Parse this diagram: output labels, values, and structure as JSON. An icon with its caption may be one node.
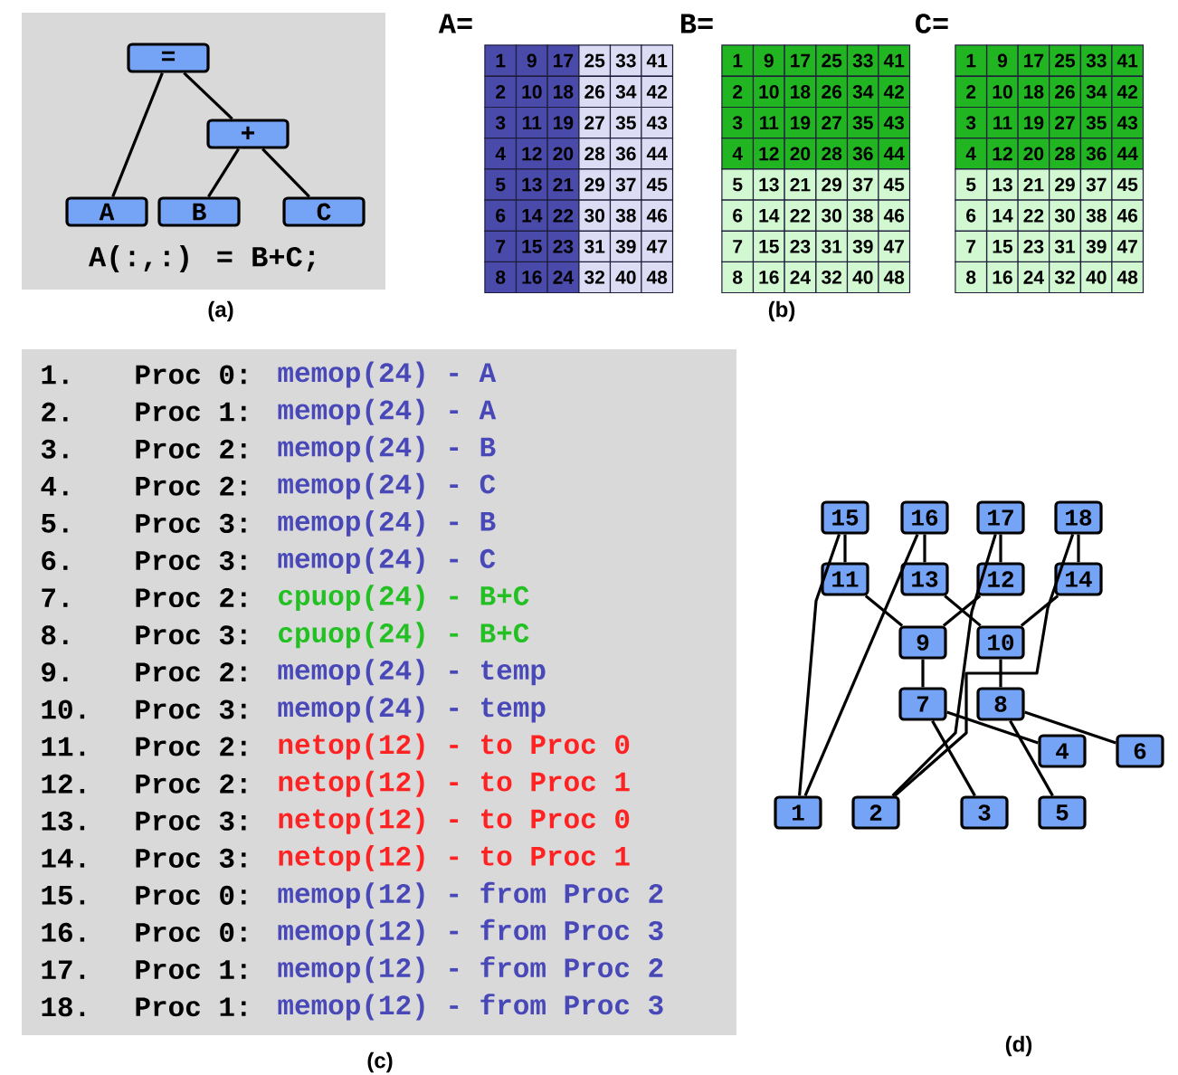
{
  "diagram": {
    "nodes": [
      {
        "text": [
          "="
        ]
      },
      {
        "text": [
          "+"
        ]
      },
      {
        "text": [
          "A"
        ]
      },
      {
        "text": [
          "B"
        ]
      },
      {
        "text": [
          "C"
        ]
      },
      {
        "text": [
          "15"
        ]
      },
      {
        "text": [
          "16"
        ]
      },
      {
        "text": [
          "17"
        ]
      },
      {
        "text": [
          "18"
        ]
      },
      {
        "text": [
          "11"
        ]
      },
      {
        "text": [
          "13"
        ]
      },
      {
        "text": [
          "12"
        ]
      },
      {
        "text": [
          "14"
        ]
      },
      {
        "text": [
          "9"
        ]
      },
      {
        "text": [
          "10"
        ]
      },
      {
        "text": [
          "7"
        ]
      },
      {
        "text": [
          "8"
        ]
      },
      {
        "text": [
          "4"
        ]
      },
      {
        "text": [
          "6"
        ]
      },
      {
        "text": [
          "1"
        ]
      },
      {
        "text": [
          "2"
        ]
      },
      {
        "text": [
          "3"
        ]
      },
      {
        "text": [
          "5"
        ]
      }
    ],
    "edges": [
      {
        "from": 0,
        "to": 2,
        "arrow": "none"
      },
      {
        "from": 0,
        "to": 1,
        "arrow": "none"
      },
      {
        "from": 1,
        "to": 3,
        "arrow": "none"
      },
      {
        "from": 1,
        "to": 4,
        "arrow": "none"
      },
      {
        "from": 5,
        "to": 9,
        "arrow": "none"
      },
      {
        "from": 5,
        "to": 19,
        "arrow": "none"
      },
      {
        "from": 6,
        "to": 10,
        "arrow": "none"
      },
      {
        "from": 6,
        "to": 19,
        "arrow": "none"
      },
      {
        "from": 7,
        "to": 11,
        "arrow": "none"
      },
      {
        "from": 7,
        "to": 20,
        "arrow": "none"
      },
      {
        "from": 8,
        "to": 12,
        "arrow": "none"
      },
      {
        "from": 8,
        "to": 20,
        "arrow": "none"
      },
      {
        "from": 9,
        "to": 13,
        "arrow": "none"
      },
      {
        "from": 11,
        "to": 13,
        "arrow": "none"
      },
      {
        "from": 10,
        "to": 14,
        "arrow": "none"
      },
      {
        "from": 12,
        "to": 14,
        "arrow": "none"
      },
      {
        "from": 13,
        "to": 15,
        "arrow": "none"
      },
      {
        "from": 14,
        "to": 16,
        "arrow": "none"
      },
      {
        "from": 15,
        "to": 21,
        "arrow": "none"
      },
      {
        "from": 15,
        "to": 17,
        "arrow": "none"
      },
      {
        "from": 16,
        "to": 22,
        "arrow": "none"
      },
      {
        "from": 16,
        "to": 18,
        "arrow": "none"
      }
    ],
    "labels": [
      "A(:,:) = B+C;",
      "(a)",
      "A=",
      "1",
      "9",
      "17",
      "25",
      "33",
      "41",
      "2",
      "10",
      "18",
      "26",
      "34",
      "42",
      "3",
      "11",
      "19",
      "27",
      "35",
      "43",
      "4",
      "12",
      "20",
      "28",
      "36",
      "44",
      "5",
      "13",
      "21",
      "29",
      "37",
      "45",
      "6",
      "14",
      "22",
      "30",
      "38",
      "46",
      "7",
      "15",
      "23",
      "31",
      "39",
      "47",
      "8",
      "16",
      "24",
      "32",
      "40",
      "48",
      "B=",
      "1",
      "9",
      "17",
      "25",
      "33",
      "41",
      "2",
      "10",
      "18",
      "26",
      "34",
      "42",
      "3",
      "11",
      "19",
      "27",
      "35",
      "43",
      "4",
      "12",
      "20",
      "28",
      "36",
      "44",
      "5",
      "13",
      "21",
      "29",
      "37",
      "45",
      "6",
      "14",
      "22",
      "30",
      "38",
      "46",
      "7",
      "15",
      "23",
      "31",
      "39",
      "47",
      "8",
      "16",
      "24",
      "32",
      "40",
      "48",
      "C=",
      "1",
      "9",
      "17",
      "25",
      "33",
      "41",
      "2",
      "10",
      "18",
      "26",
      "34",
      "42",
      "3",
      "11",
      "19",
      "27",
      "35",
      "43",
      "4",
      "12",
      "20",
      "28",
      "36",
      "44",
      "5",
      "13",
      "21",
      "29",
      "37",
      "45",
      "6",
      "14",
      "22",
      "30",
      "38",
      "46",
      "7",
      "15",
      "23",
      "31",
      "39",
      "47",
      "8",
      "16",
      "24",
      "32",
      "40",
      "48",
      "(b)",
      "1.",
      "Proc 0:",
      "memop(24) - A",
      "2.",
      "Proc 1:",
      "memop(24) - A",
      "3.",
      "Proc 2:",
      "memop(24) - B",
      "4.",
      "Proc 2:",
      "memop(24) - C",
      "5.",
      "Proc 3:",
      "memop(24) - B",
      "6.",
      "Proc 3:",
      "memop(24) - C",
      "7.",
      "Proc 2:",
      "cpuop(24) - B+C",
      "8.",
      "Proc 3:",
      "cpuop(24) - B+C",
      "9.",
      "Proc 2:",
      "memop(24) - temp",
      "10.",
      "Proc 3:",
      "memop(24) - temp",
      "11.",
      "Proc 2:",
      "netop(12) - to Proc 0",
      "12.",
      "Proc 2:",
      "netop(12) - to Proc 1",
      "13.",
      "Proc 3:",
      "netop(12) - to Proc 0",
      "14.",
      "Proc 3:",
      "netop(12) - to Proc 1",
      "15.",
      "Proc 0:",
      "memop(12) - from Proc 2",
      "16.",
      "Proc 0:",
      "memop(12) - from Proc 3",
      "17.",
      "Proc 1:",
      "memop(12) - from Proc 2",
      "18.",
      "Proc 1:",
      "memop(12) - from Proc 3",
      "(c)",
      "(d)"
    ]
  }
}
